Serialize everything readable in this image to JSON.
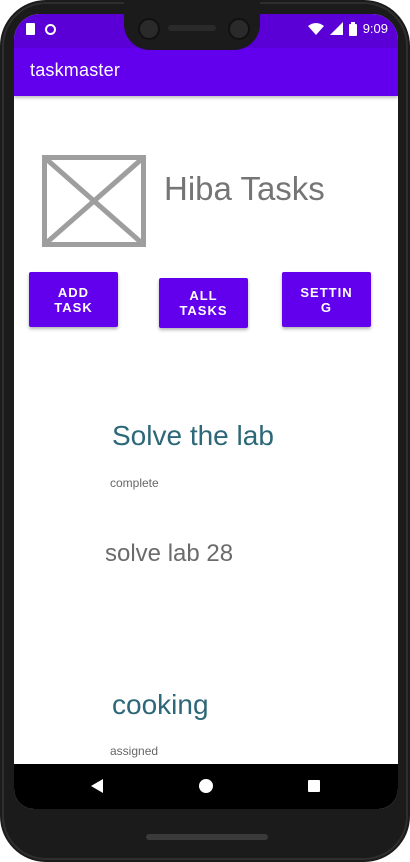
{
  "status_bar": {
    "time": "9:09"
  },
  "app_bar": {
    "title": "taskmaster"
  },
  "header": {
    "title": "Hiba Tasks",
    "image_icon": "image-placeholder-icon"
  },
  "buttons": {
    "add_task": "ADD\nTASK",
    "all_tasks": "ALL\nTASKS",
    "settings": "SETTIN\nG"
  },
  "tasks": [
    {
      "title": "Solve the lab",
      "status": "complete",
      "body": "solve lab 28"
    },
    {
      "title": "cooking",
      "status": "assigned"
    }
  ],
  "colors": {
    "primary": "#6200ee",
    "status_bar": "#5a00d6",
    "task_title": "#2d6878",
    "placeholder": "#9e9e9e"
  }
}
